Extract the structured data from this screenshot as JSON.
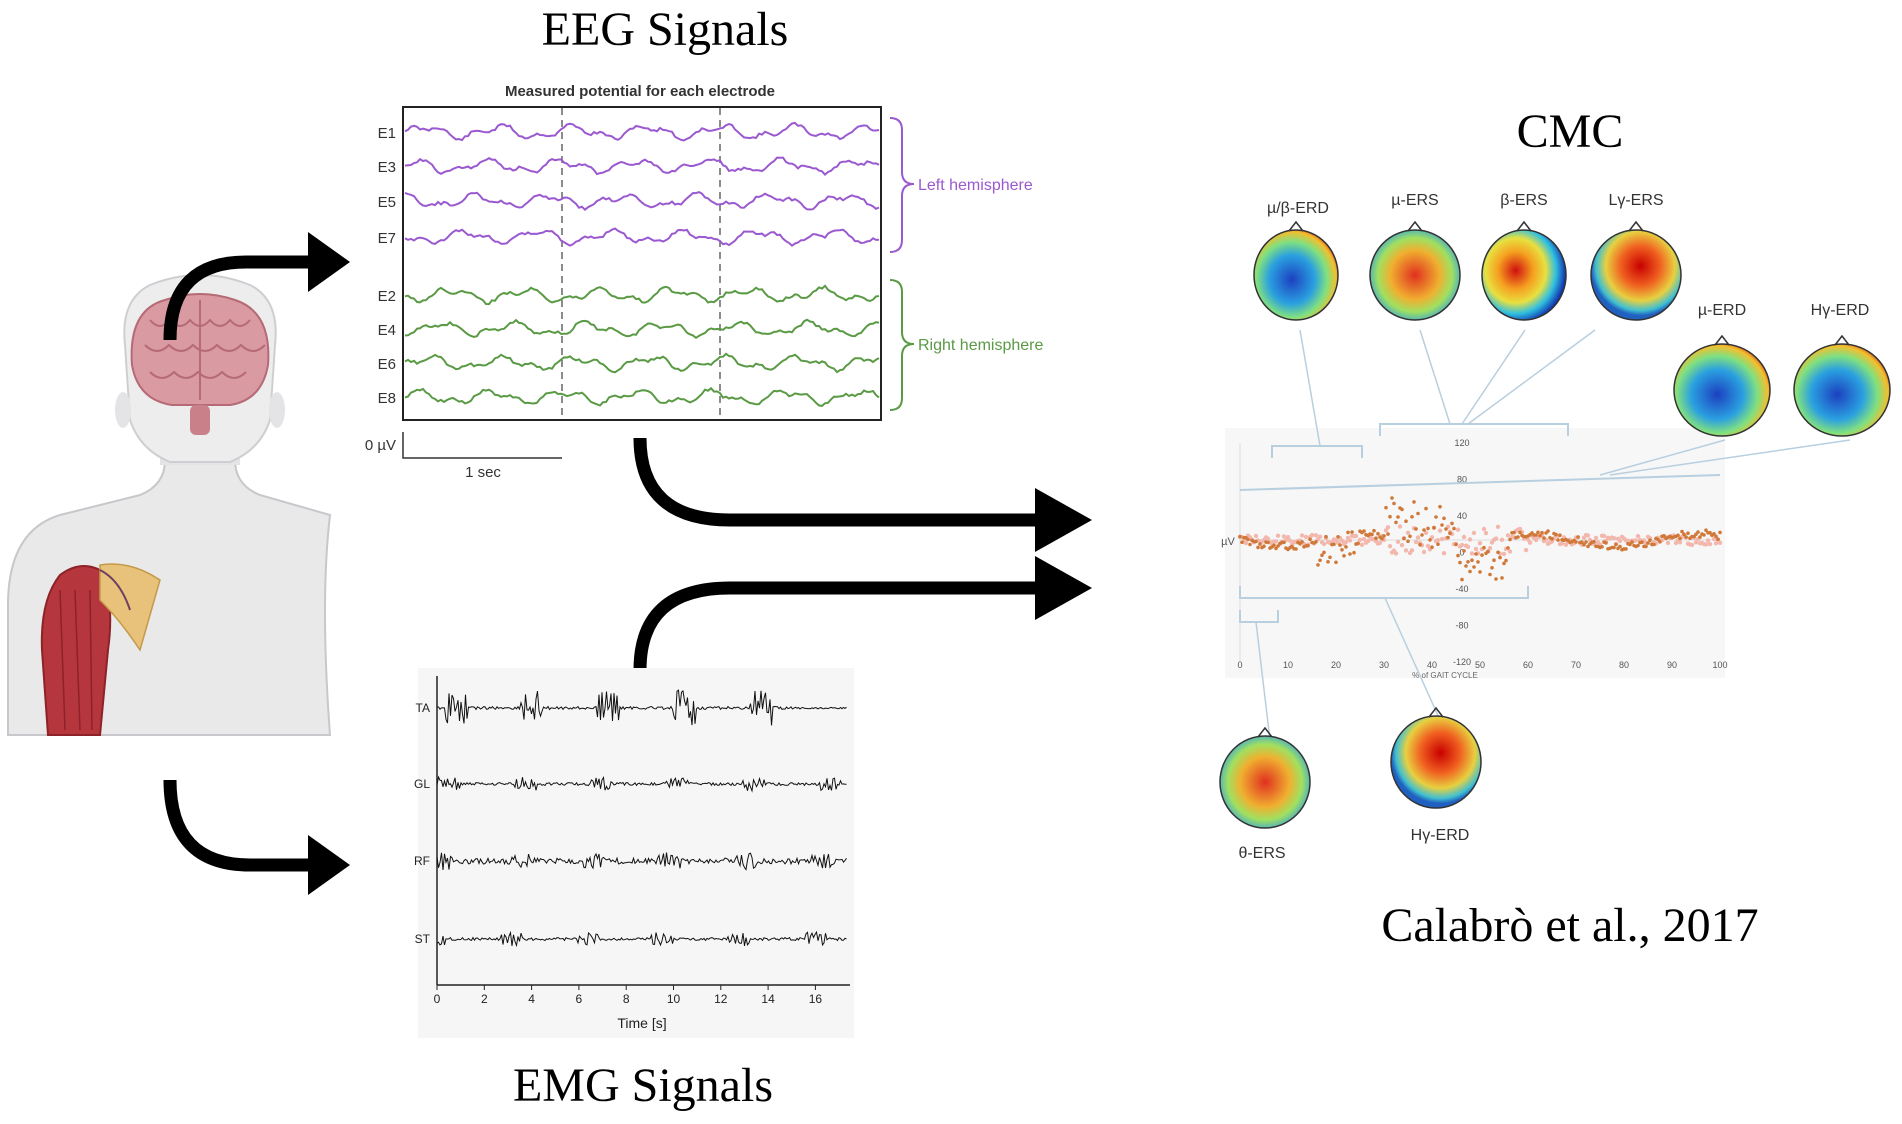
{
  "titles": {
    "eeg": "EEG Signals",
    "emg": "EMG Signals",
    "cmc": "CMC",
    "citation": "Calabrò et al., 2017"
  },
  "eeg_panel": {
    "heading": "Measured potential for each electrode",
    "left_channels": [
      "E1",
      "E3",
      "E5",
      "E7"
    ],
    "right_channels": [
      "E2",
      "E4",
      "E6",
      "E8"
    ],
    "left_label": "Left hemisphere",
    "right_label": "Right hemisphere",
    "scale_label": "0 µV",
    "time_label": "1 sec",
    "colors": {
      "left": "#9b59d0",
      "right": "#5a9a45"
    }
  },
  "emg_panel": {
    "channels": [
      "TA",
      "GL",
      "RF",
      "ST"
    ],
    "x_ticks": [
      "0",
      "2",
      "4",
      "6",
      "8",
      "10",
      "12",
      "14",
      "16"
    ],
    "xlabel": "Time [s]"
  },
  "cmc_panel": {
    "ylabel": "µV",
    "y_ticks": [
      "120",
      "80",
      "40",
      "0",
      "-40",
      "-80",
      "-120"
    ],
    "x_ticks": [
      "0",
      "10",
      "20",
      "30",
      "40",
      "50",
      "60",
      "70",
      "80",
      "90",
      "100"
    ],
    "xlabel": "% of GAIT CYCLE",
    "topomaps_top": [
      "µ/β-ERD",
      "µ-ERS",
      "β-ERS",
      "Lγ-ERS"
    ],
    "topomaps_right": [
      "µ-ERD",
      "Hγ-ERD"
    ],
    "topomaps_bottom": [
      "θ-ERS",
      "Hγ-ERD"
    ]
  },
  "icons": [
    "human-torso-icon",
    "brain-icon",
    "arm-muscle-icon",
    "curved-arrow-icon"
  ]
}
